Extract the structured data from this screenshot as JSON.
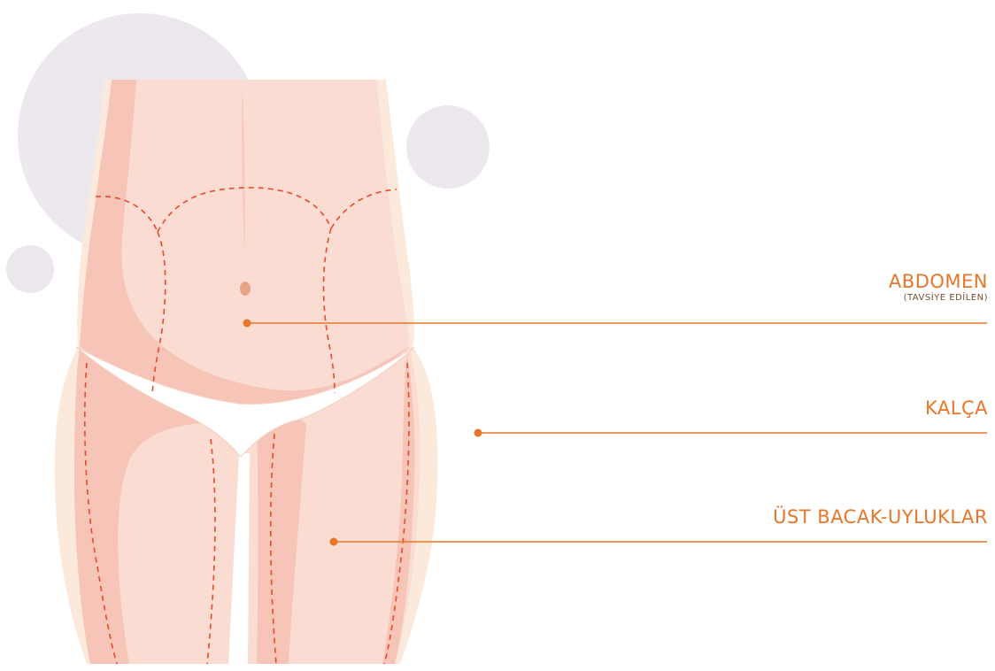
{
  "labels": {
    "abdomen": {
      "title": "ABDOMEN",
      "subtitle": "(TAVSİYE EDİLEN)"
    },
    "kalca": {
      "title": "KALÇA"
    },
    "ust_bacak": {
      "title": "ÜST BACAK-UYLUKLAR"
    }
  },
  "colors": {
    "accent": "#e8762a",
    "skin_light": "#fadcd3",
    "skin_mid": "#f6c5b7",
    "skin_outline": "#fbeadc",
    "dashed_line": "#e84a2a",
    "bubble": "#ece8ee",
    "navel": "#e8a585",
    "underwear": "#ffffff"
  }
}
